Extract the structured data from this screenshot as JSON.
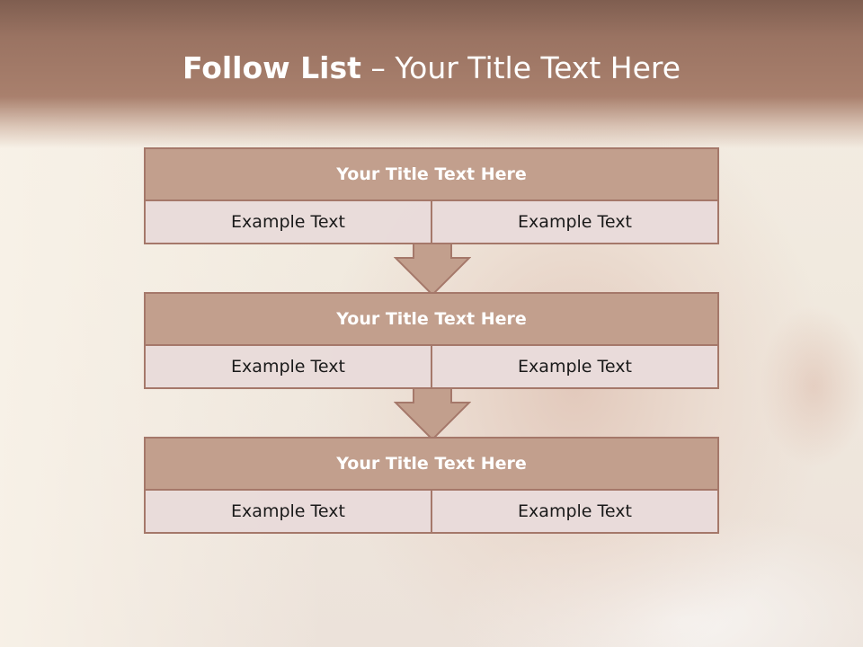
{
  "slide": {
    "title_bold": "Follow List",
    "title_rest": " – Your Title Text Here"
  },
  "steps": [
    {
      "heading": "Your Title Text Here",
      "left": "Example Text",
      "right": "Example Text"
    },
    {
      "heading": "Your Title Text Here",
      "left": "Example Text",
      "right": "Example Text"
    },
    {
      "heading": "Your Title Text Here",
      "left": "Example Text",
      "right": "Example Text"
    }
  ],
  "colors": {
    "band": "#a9806d",
    "header_fill": "#c29f8d",
    "border": "#a5786a",
    "cell_fill": "#e9dbda"
  },
  "icons": {
    "connector": "down-arrow-icon"
  }
}
